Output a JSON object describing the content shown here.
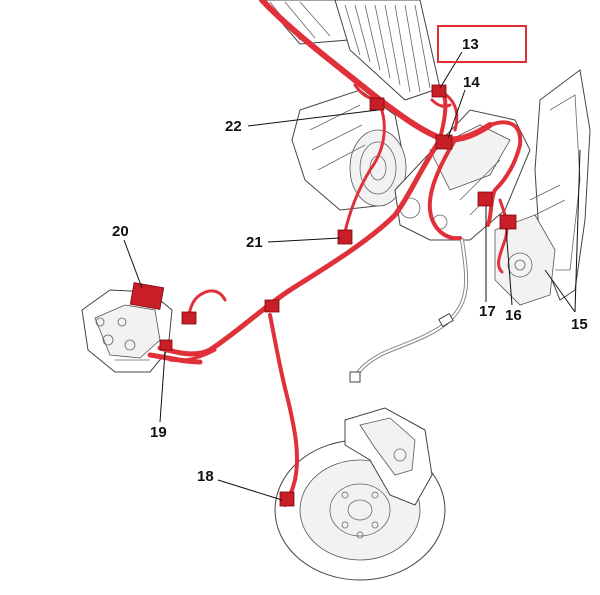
{
  "colors": {
    "harness": "#e0303a",
    "harness_dark": "#b01822",
    "highlight_box": "#e03035",
    "label": "#111111"
  },
  "callouts": [
    {
      "id": "13",
      "text": "13"
    },
    {
      "id": "14",
      "text": "14"
    },
    {
      "id": "15",
      "text": "15"
    },
    {
      "id": "16",
      "text": "16"
    },
    {
      "id": "17",
      "text": "17"
    },
    {
      "id": "18",
      "text": "18"
    },
    {
      "id": "19",
      "text": "19"
    },
    {
      "id": "20",
      "text": "20"
    },
    {
      "id": "21",
      "text": "21"
    },
    {
      "id": "22",
      "text": "22"
    }
  ],
  "highlighted_callout": "13"
}
